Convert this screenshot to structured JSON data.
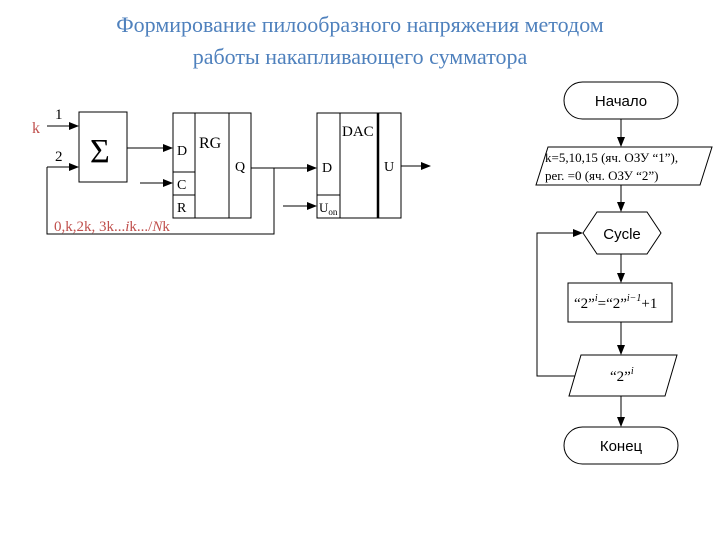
{
  "title": {
    "line1": "Формирование пилообразного напряжения методом",
    "line2": "работы накапливающего сумматора"
  },
  "circuit": {
    "input_k": "k",
    "input_1": "1",
    "input_2": "2",
    "sum_symbol": "Σ",
    "rg_label": "RG",
    "rg_d": "D",
    "rg_c": "C",
    "rg_r": "R",
    "rg_q": "Q",
    "dac_label": "DAC",
    "dac_d": "D",
    "dac_u": "U",
    "dac_uon_main": "U",
    "dac_uon_sub": "on",
    "sequence_main": "0,k,2k, 3k...",
    "sequence_i": "i",
    "sequence_mid": "k.../",
    "sequence_n": "N",
    "sequence_end": "k"
  },
  "flowchart": {
    "start": "Начало",
    "init_line1": "k=5,10,15  (яч. ОЗУ “1”),",
    "init_line2": "рег. =0 (яч. ОЗУ “2”)",
    "cycle": "Cycle",
    "process_a": "“2”",
    "process_a_sup": "i",
    "process_eq": "=“2”",
    "process_b_sup": "i−1",
    "process_plus": "+1",
    "output": "“2”",
    "output_sup": "i",
    "end": "Конец"
  }
}
